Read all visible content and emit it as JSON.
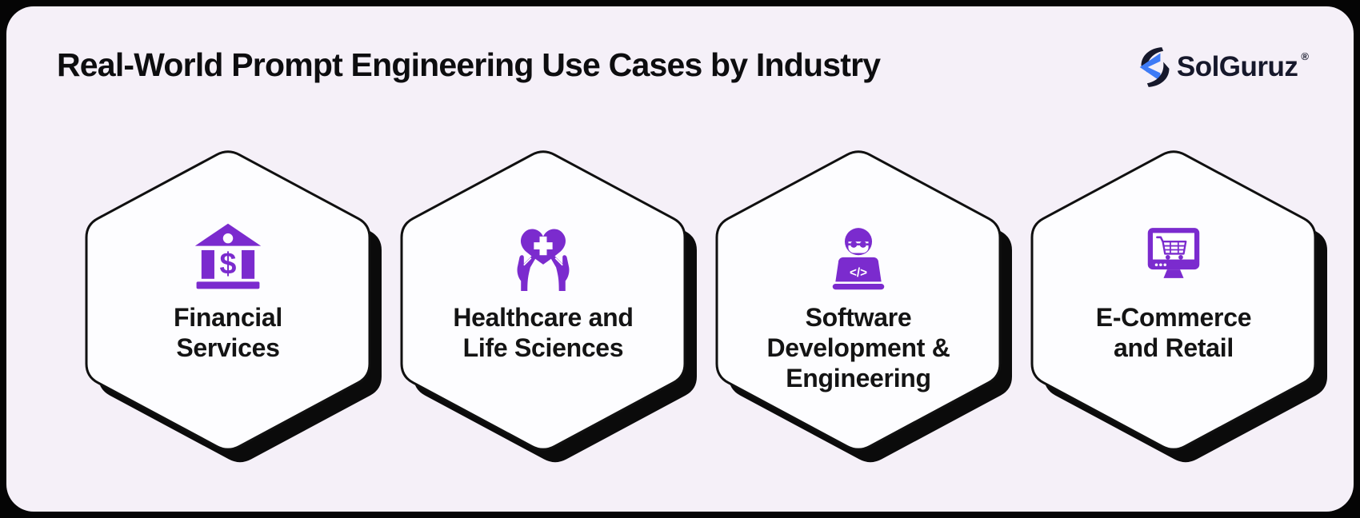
{
  "header": {
    "title": "Real-World Prompt Engineering Use Cases by Industry",
    "brand": {
      "name": "SolGuruz",
      "registered_mark": "®"
    }
  },
  "industries": [
    {
      "label": "Financial\nServices",
      "icon": "bank-dollar-icon",
      "icon_symbol": "$"
    },
    {
      "label": "Healthcare and\nLife Sciences",
      "icon": "heart-in-hands-icon",
      "icon_symbol": ""
    },
    {
      "label": "Software\nDevelopment &\nEngineering",
      "icon": "developer-laptop-icon",
      "icon_symbol": "</>"
    },
    {
      "label": "E-Commerce\nand Retail",
      "icon": "monitor-shopping-cart-icon",
      "icon_symbol": ""
    }
  ],
  "colors": {
    "accent_purple": "#7B2BCE",
    "card_background": "#F5F0F8",
    "hexagon_fill": "#FDFDFF",
    "outline_black": "#101010",
    "shadow_black": "#0B0B0B",
    "frame_black": "#050505",
    "title_color": "#0D0D0F",
    "label_color": "#141414",
    "logo_blue": "#3E7BF6",
    "logo_text_color": "#16182B"
  }
}
